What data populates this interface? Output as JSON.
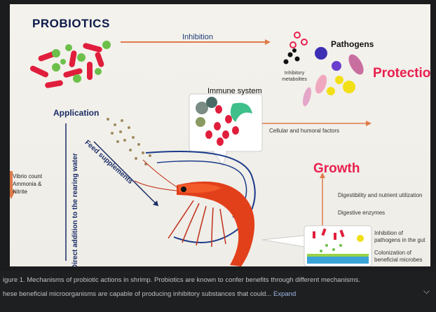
{
  "diagram": {
    "title": "PROBIOTICS",
    "inhibition": "Inhibition",
    "pathogens": "Pathogens",
    "inhibitory_metabolites": "Inhibitory metabolites",
    "protection": "Protection",
    "immune_system": "Immune system",
    "application": "Application",
    "cellular_humoral": "Cellular and humoral factors",
    "feed_supplements": "Feed supplements",
    "direct_addition": "Direct addition to the rearing water",
    "growth": "Growth",
    "digestibility": "Digestibility and nutrient utilization",
    "digestive_enzymes": "Digestive enzymes",
    "inhibition_gut": "Inhibition of pathogens in the gut",
    "colonization": "Colonization of beneficial microbes",
    "vibrio_count": "Vibrio count",
    "ammonia": "Ammonia &",
    "nitrite": "Nitrite"
  },
  "caption": {
    "line1": "igure 1. Mechanisms of probiotic actions in shrimp. Probiotics are known to confer benefits through different mechanisms.",
    "line2": "hese beneficial microorganisms are capable of producing inhibitory substances that could...",
    "expand": "Expand"
  },
  "colors": {
    "accent_red": "#e8204f",
    "navy": "#1a2c66",
    "arrow_orange": "#e07a4a"
  }
}
